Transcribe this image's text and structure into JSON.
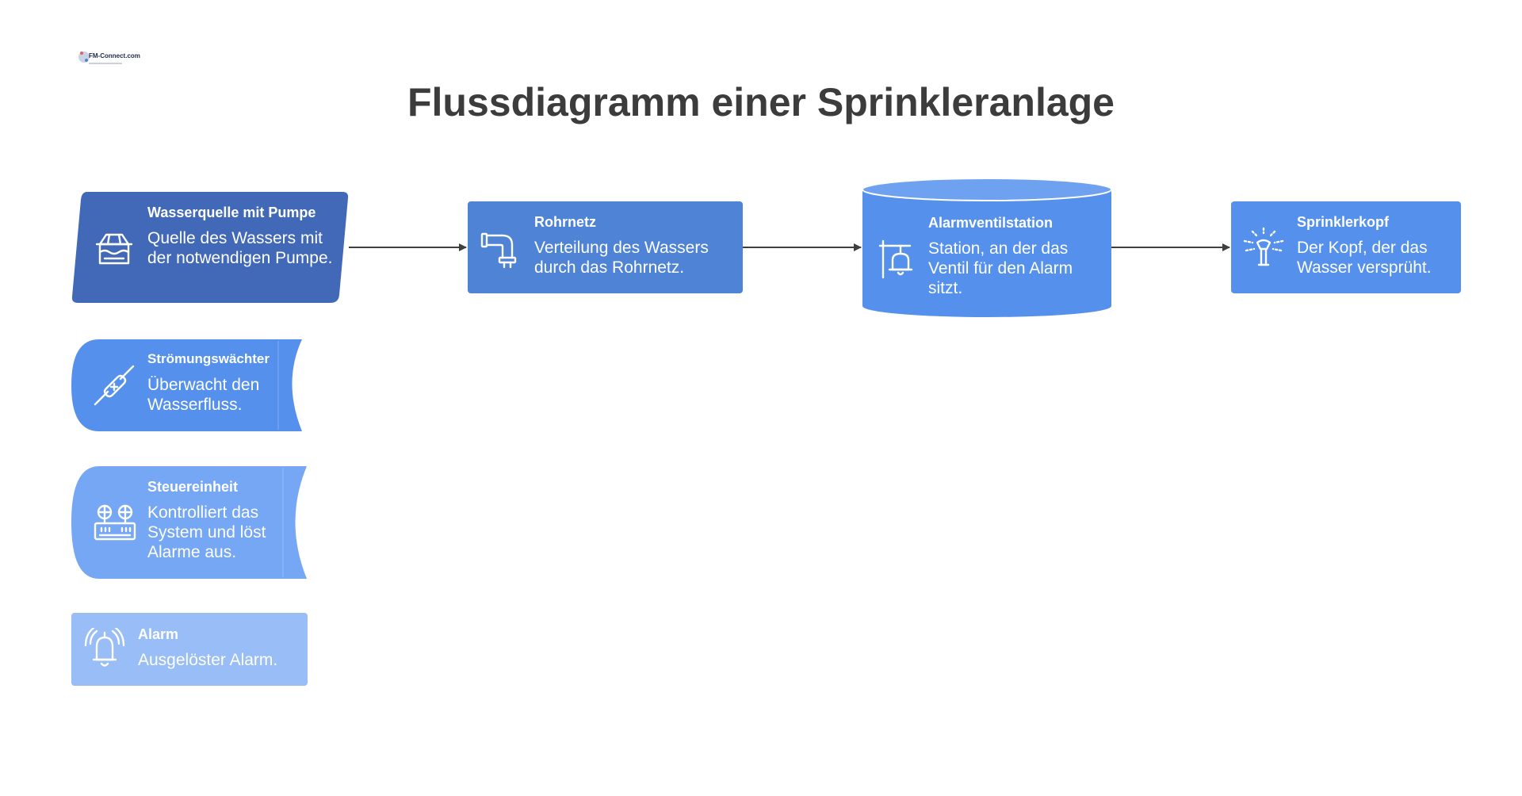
{
  "logo": {
    "text": "FM-Connect.com"
  },
  "title": "Flussdiagramm einer Sprinkleranlage",
  "nodes": {
    "wasserquelle": {
      "title": "Wasserquelle mit Pumpe",
      "desc": "Quelle des Wassers mit der notwendigen Pumpe.",
      "icon": "water-pump-icon"
    },
    "rohrnetz": {
      "title": "Rohrnetz",
      "desc": "Verteilung des Wassers durch das Rohrnetz.",
      "icon": "pipe-icon"
    },
    "alarmventilstation": {
      "title": "Alarmventilstation",
      "desc": "Station, an der das Ventil für den Alarm sitzt.",
      "icon": "alarm-valve-icon"
    },
    "sprinklerkopf": {
      "title": "Sprinklerkopf",
      "desc": "Der Kopf, der das Wasser versprüht.",
      "icon": "sprinkler-icon"
    },
    "stroemungswaechter": {
      "title": "Strömungswächter",
      "desc": "Überwacht den Wasserfluss.",
      "icon": "flow-switch-icon"
    },
    "steuereinheit": {
      "title": "Steuereinheit",
      "desc": "Kontrolliert das System und löst Alarme aus.",
      "icon": "control-panel-icon"
    },
    "alarm": {
      "title": "Alarm",
      "desc": "Ausgelöster Alarm.",
      "icon": "bell-alarm-icon"
    }
  },
  "colors": {
    "dark_blue": "#4169b8",
    "mid_blue": "#4f83d6",
    "blue": "#5591ec",
    "light_blue": "#76a7f5",
    "pale_blue": "#98bdf7",
    "arrow": "#3f3f3f",
    "title": "#3c3c3c"
  }
}
